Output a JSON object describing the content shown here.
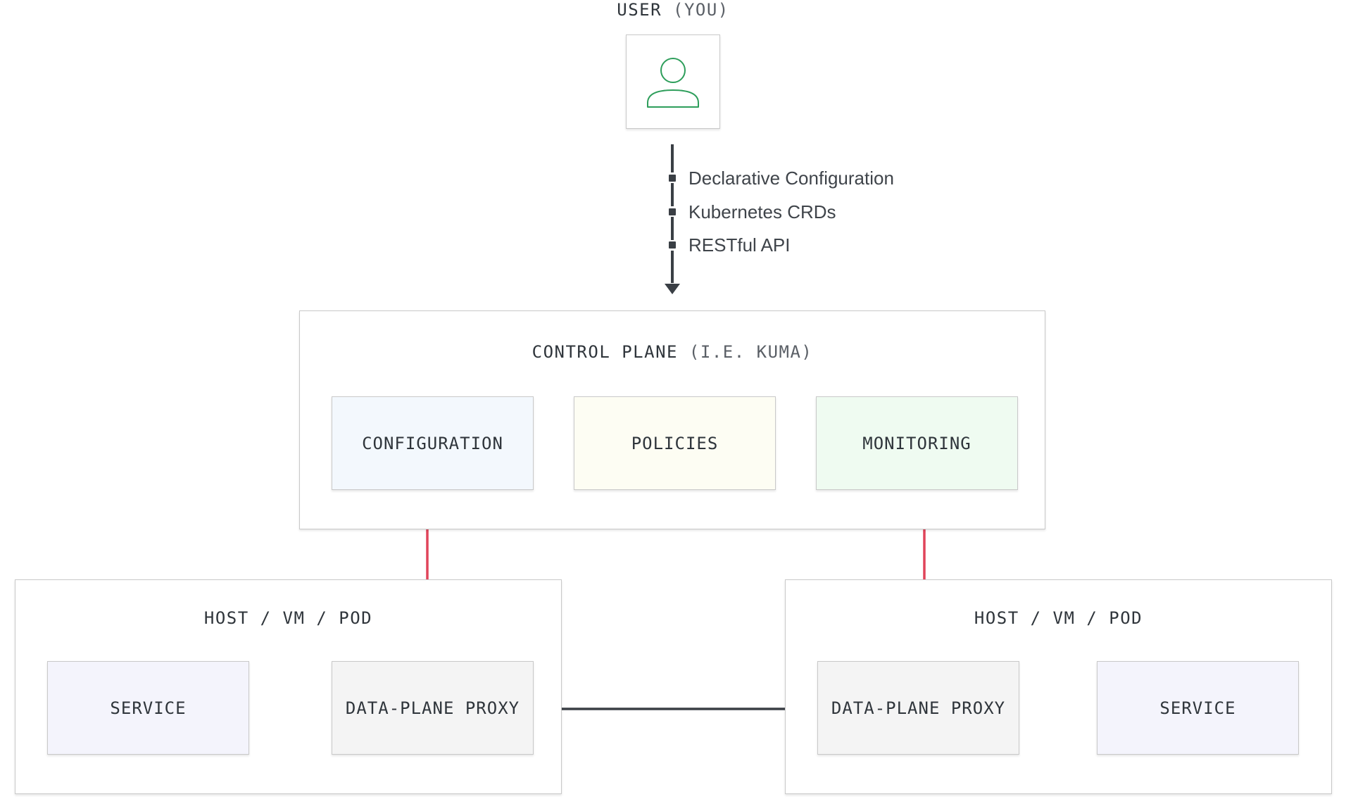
{
  "user": {
    "title_main": "USER",
    "title_sub": "(YOU)",
    "icon": "user-icon",
    "icon_color": "#2e9e5b"
  },
  "connection_labels": [
    "Declarative Configuration",
    "Kubernetes CRDs",
    "RESTful API"
  ],
  "control_plane": {
    "title_main": "CONTROL PLANE",
    "title_sub": "(I.E. KUMA)",
    "modules": [
      {
        "label": "CONFIGURATION",
        "color": "#f3f8fd"
      },
      {
        "label": "POLICIES",
        "color": "#fdfdf3"
      },
      {
        "label": "MONITORING",
        "color": "#effbf1"
      }
    ]
  },
  "hosts": [
    {
      "title": "HOST / VM / POD",
      "service": "SERVICE",
      "proxy": "DATA-PLANE PROXY"
    },
    {
      "title": "HOST / VM / POD",
      "service": "SERVICE",
      "proxy": "DATA-PLANE PROXY"
    }
  ],
  "colors": {
    "border": "#c9c9c9",
    "arrow_dark": "#3a3f45",
    "arrow_red": "#e0445a",
    "service_fill": "#f4f4fc",
    "proxy_fill": "#f4f4f4"
  }
}
